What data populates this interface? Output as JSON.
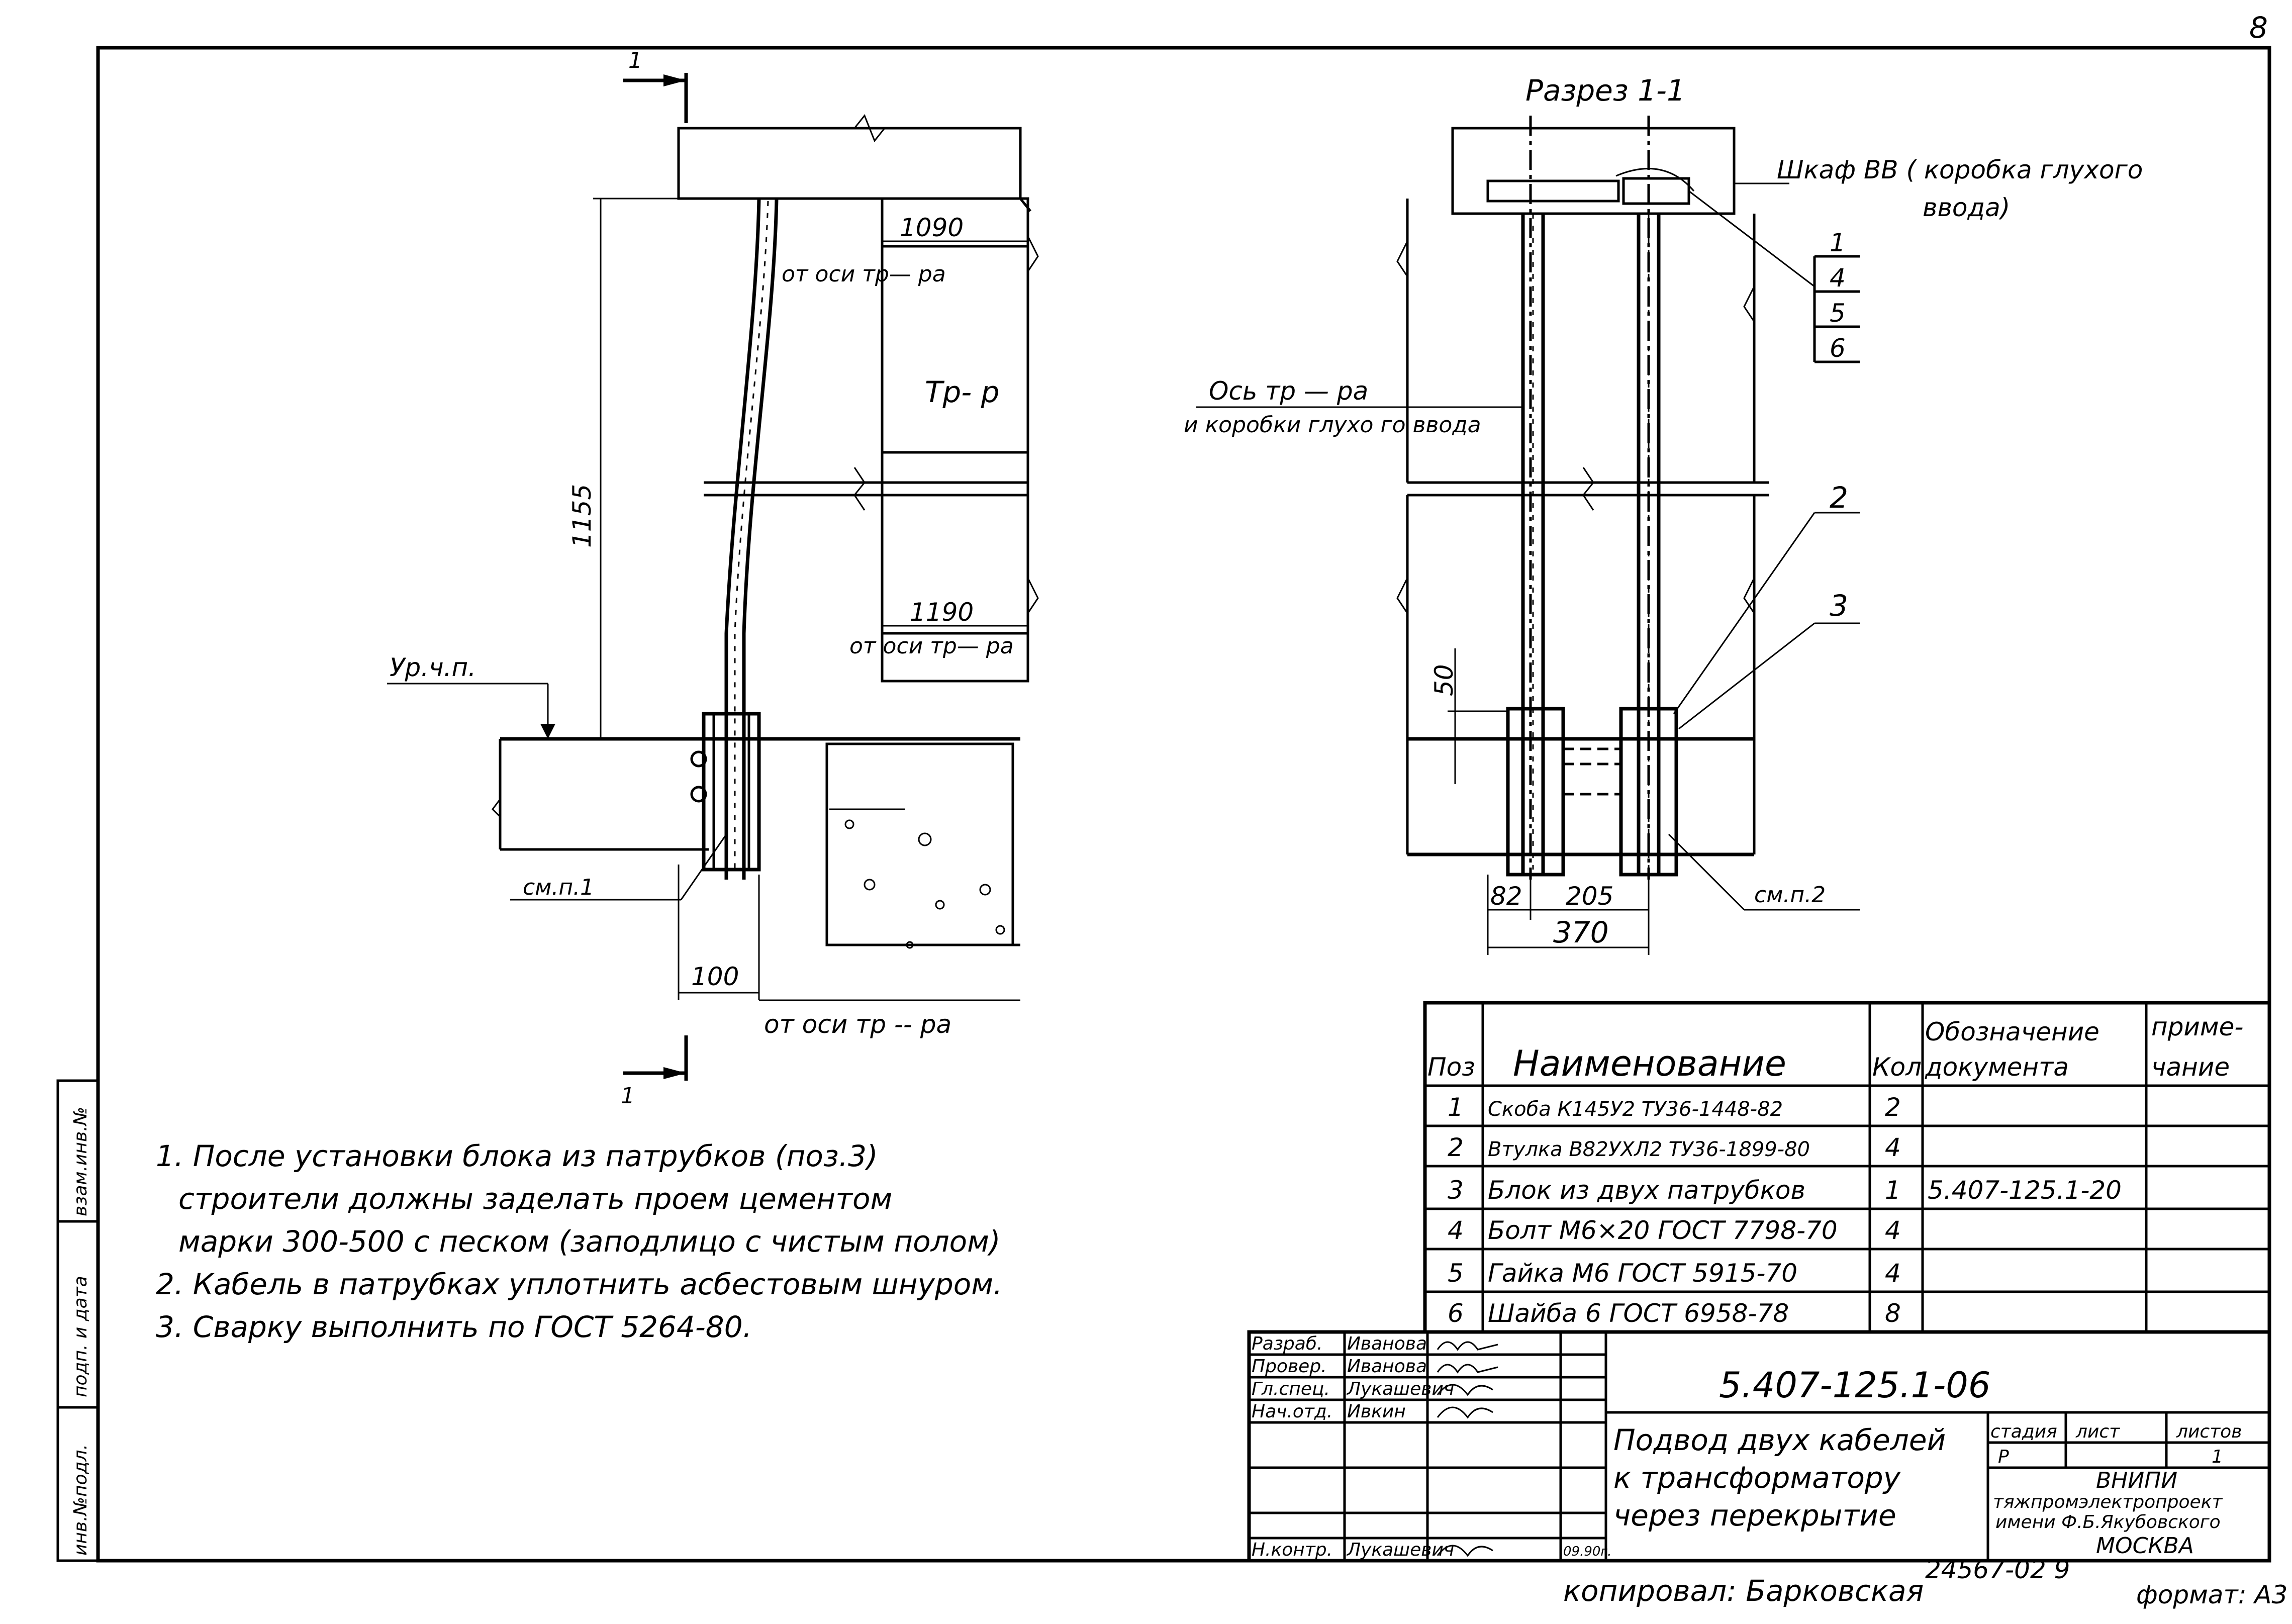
{
  "sheet_number": "8",
  "section_title": "Разрез 1-1",
  "section_marks": {
    "top": "1",
    "bottom": "1"
  },
  "left_view": {
    "dim_1090": "1090",
    "from_axis_1": "от оси тр— ра",
    "transformer": "Тр- р",
    "dim_1155": "1155",
    "dim_1190": "1190",
    "from_axis_2": "от оси тр— ра",
    "floor_level": "Ур.ч.п.",
    "see_note_1": "см.п.1",
    "dim_100": "100",
    "from_axis_3": "от оси тр -- ра"
  },
  "right_view": {
    "cabinet": "Шкаф ВВ ( коробка глухого",
    "cabinet_2": "ввода)",
    "axis_label_1": "Ось тр — ра",
    "axis_label_2": "и коробки глухо го ввода",
    "callouts": [
      "1",
      "4",
      "5",
      "6"
    ],
    "pos_2": "2",
    "pos_3": "3",
    "dim_50": "50",
    "dim_82": "82",
    "dim_205": "205",
    "dim_370": "370",
    "see_note_2": "см.п.2"
  },
  "notes": [
    "1. После установки блока из патрубков (поз.3)",
    "строители должны заделать проем цементом",
    "марки 300-500 с песком (заподлицо с чистым полом)",
    "2. Кабель в патрубках уплотнить асбестовым шнуром.",
    "3. Сварку выполнить по ГОСТ 5264-80."
  ],
  "spec_table": {
    "headers": {
      "pos": "Поз",
      "name": "Наименование",
      "qty": "Кол",
      "doc_1": "Обозначение",
      "doc_2": "документа",
      "note_1": "приме-",
      "note_2": "чание"
    },
    "rows": [
      {
        "pos": "1",
        "name": "Скоба К145У2 ТУ36-1448-82",
        "qty": "2",
        "doc": ""
      },
      {
        "pos": "2",
        "name": "Втулка В82УХЛ2 ТУ36-1899-80",
        "qty": "4",
        "doc": ""
      },
      {
        "pos": "3",
        "name": "Блок из двух патрубков",
        "qty": "1",
        "doc": "5.407-125.1-20"
      },
      {
        "pos": "4",
        "name": "Болт М6×20 ГОСТ 7798-70",
        "qty": "4",
        "doc": ""
      },
      {
        "pos": "5",
        "name": "Гайка М6 ГОСТ 5915-70",
        "qty": "4",
        "doc": ""
      },
      {
        "pos": "6",
        "name": "Шайба 6 ГОСТ 6958-78",
        "qty": "8",
        "doc": ""
      }
    ]
  },
  "title_block": {
    "code": "5.407-125.1-06",
    "title_1": "Подвод двух кабелей",
    "title_2": "к трансформатору",
    "title_3": "через перекрытие",
    "roles": [
      {
        "role": "Разраб.",
        "name": "Иванова"
      },
      {
        "role": "Провер.",
        "name": "Иванова"
      },
      {
        "role": "Гл.спец.",
        "name": "Лукашевич"
      },
      {
        "role": "Нач.отд.",
        "name": "Ивкин"
      },
      {
        "role": "Н.контр.",
        "name": "Лукашевич",
        "date": "09.90г."
      }
    ],
    "stage_label": "стадия",
    "sheet_label": "лист",
    "sheets_label": "листов",
    "stage": "Р",
    "sheets": "1",
    "org_1": "ВНИПИ",
    "org_2": "тяжпромэлектропроект",
    "org_3": "имени Ф.Б.Якубовского",
    "org_4": "МОСКВА"
  },
  "side_stamps": [
    "инв.№подл.",
    "подп. и дата",
    "взам.инв.№"
  ],
  "copied_by": "копировал: Барковская",
  "order_number": "24567-02  9",
  "format": "формат: А3"
}
